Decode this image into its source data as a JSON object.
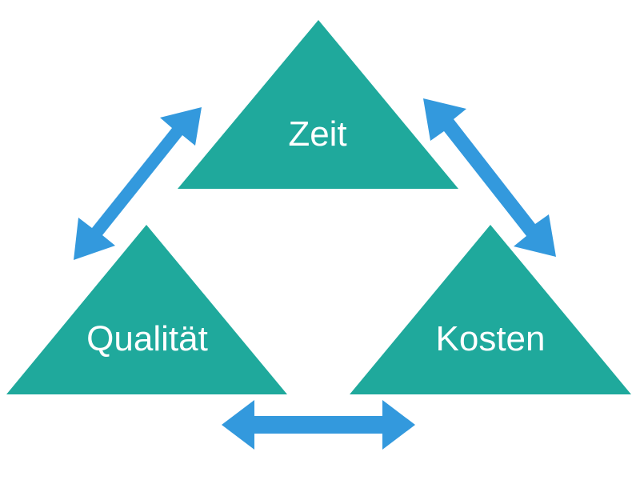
{
  "diagram": {
    "nodes": {
      "top": {
        "label": "Zeit"
      },
      "left": {
        "label": "Qualität"
      },
      "right": {
        "label": "Kosten"
      }
    },
    "colors": {
      "triangle": "#1fa99c",
      "arrow": "#3399dd",
      "label": "#ffffff",
      "background": "#ffffff"
    },
    "arrows": [
      {
        "from": "top",
        "to": "left",
        "style": "double-headed"
      },
      {
        "from": "top",
        "to": "right",
        "style": "double-headed"
      },
      {
        "from": "left",
        "to": "right",
        "style": "double-headed"
      }
    ]
  }
}
